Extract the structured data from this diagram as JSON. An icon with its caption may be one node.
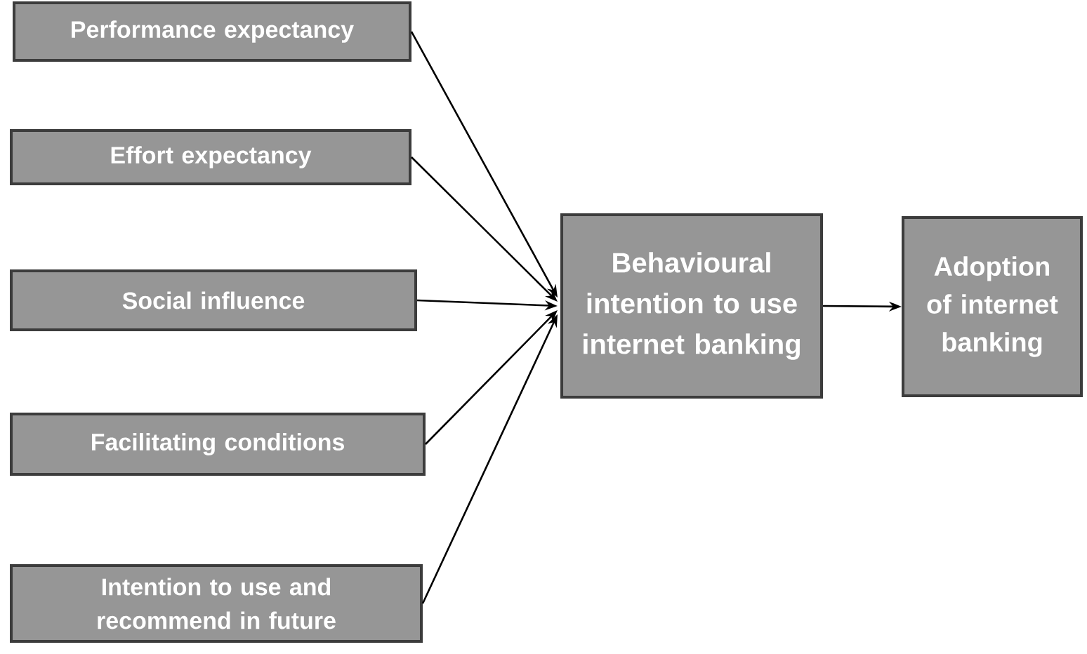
{
  "diagram": {
    "nodes": [
      {
        "text": [
          "Performance expectancy"
        ]
      },
      {
        "text": [
          "Effort expectancy"
        ]
      },
      {
        "text": [
          "Social influence"
        ]
      },
      {
        "text": [
          "Facilitating conditions"
        ]
      },
      {
        "text": [
          "Intention to use and recommend in future"
        ]
      },
      {
        "text": [
          "Behavioural intention to use internet banking"
        ]
      },
      {
        "text": [
          "Adoption of internet banking"
        ]
      }
    ],
    "edges": [
      {
        "from": 0,
        "to": 5,
        "arrow": "to"
      },
      {
        "from": 1,
        "to": 5,
        "arrow": "to"
      },
      {
        "from": 2,
        "to": 5,
        "arrow": "to"
      },
      {
        "from": 3,
        "to": 5,
        "arrow": "to"
      },
      {
        "from": 4,
        "to": 5,
        "arrow": "to"
      },
      {
        "from": 5,
        "to": 6,
        "arrow": "to"
      }
    ]
  }
}
